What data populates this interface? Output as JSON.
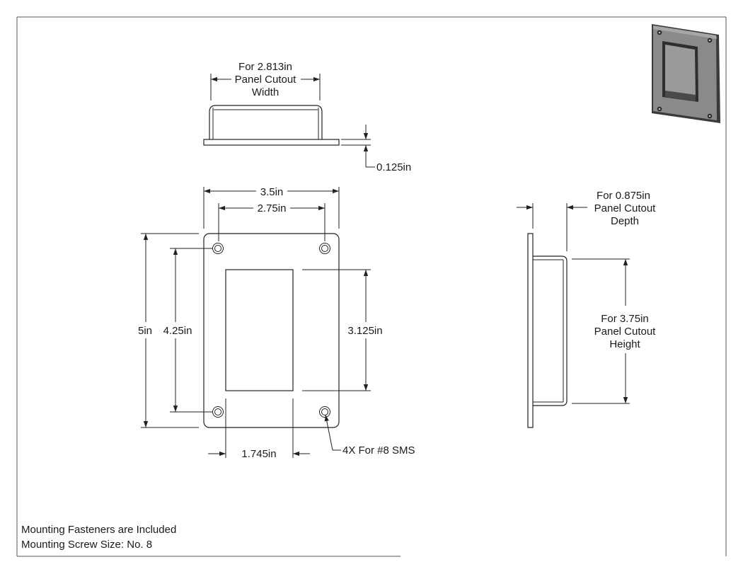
{
  "callouts": {
    "cutout_width": [
      "For 2.813in",
      "Panel Cutout",
      "Width"
    ],
    "thickness": "0.125in",
    "overall_width": "3.5in",
    "hole_spacing_x": "2.75in",
    "overall_height": "5in",
    "hole_spacing_y": "4.25in",
    "window_height": "3.125in",
    "window_width": "1.745in",
    "fastener": "4X For #8 SMS",
    "cutout_depth": [
      "For 0.875in",
      "Panel Cutout",
      "Depth"
    ],
    "cutout_height": [
      "For 3.75in",
      "Panel Cutout",
      "Height"
    ]
  },
  "notes": {
    "line1": "Mounting Fasteners are Included",
    "line2": "Mounting Screw Size: No. 8"
  },
  "colors": {
    "line": "#222222",
    "iso_plate": "#7a7a7a",
    "iso_dark": "#3c3c3c"
  }
}
